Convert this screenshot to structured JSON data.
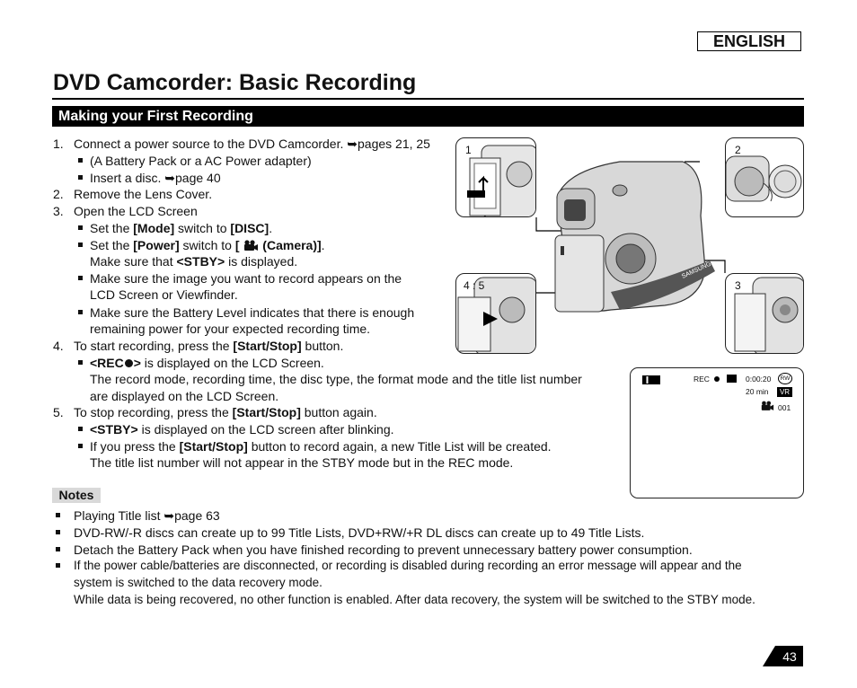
{
  "header": {
    "language": "ENGLISH",
    "title": "DVD Camcorder: Basic Recording",
    "section": "Making your First Recording"
  },
  "steps": {
    "s1": {
      "num": "1.",
      "text": "Connect a power source to the DVD Camcorder. ",
      "ref": "pages 21, 25",
      "b1": "(A Battery Pack or a AC Power adapter)",
      "b2": "Insert a disc. ",
      "b2ref": "page 40"
    },
    "s2": {
      "num": "2.",
      "text": "Remove the Lens Cover."
    },
    "s3": {
      "num": "3.",
      "text": "Open the LCD Screen",
      "b1a": "Set the ",
      "b1b": "[Mode]",
      "b1c": " switch to ",
      "b1d": "[DISC]",
      "b1e": ".",
      "b2a": "Set the ",
      "b2b": "[Power]",
      "b2c": " switch to ",
      "b2d": "[ ",
      "b2e": " (Camera)]",
      "b2f": ".",
      "b2l2a": "Make sure that ",
      "b2l2b": "<STBY>",
      "b2l2c": " is displayed.",
      "b3l1": "Make sure the image you want to record appears on the",
      "b3l2": "LCD Screen or Viewfinder.",
      "b4l1": "Make sure the Battery Level indicates that there is enough",
      "b4l2": "remaining power for your expected recording time."
    },
    "s4": {
      "num": "4.",
      "texta": "To start recording, press the ",
      "textb": "[Start/Stop]",
      "textc": " button.",
      "b1a": "<REC",
      "b1b": ">",
      "b1c": " is displayed on the LCD Screen.",
      "p1": "The record mode, recording time, the disc type, the format mode and the title list number",
      "p2": "are displayed on the LCD Screen."
    },
    "s5": {
      "num": "5.",
      "texta": "To stop recording, press the ",
      "textb": "[Start/Stop]",
      "textc": " button again.",
      "b1a": "<STBY>",
      "b1b": " is displayed on the LCD screen after blinking.",
      "b2a": "If you press the ",
      "b2b": "[Start/Stop]",
      "b2c": " button to record again, a new Title List will be created.",
      "b2l2": "The title list number will not appear in the STBY mode but in the REC mode."
    }
  },
  "notes": {
    "label": "Notes",
    "n1": "Playing Title list ",
    "n1ref": "page 63",
    "n2": "DVD-RW/-R discs can create up to 99 Title Lists, DVD+RW/+R DL discs can create up to 49 Title Lists.",
    "n3": "Detach the Battery Pack when you have finished recording to prevent unnecessary battery power consumption.",
    "n4l1": "If the power cable/batteries are disconnected, or recording is disabled during recording an error message will appear and the",
    "n4l2": "system is switched to the data recovery mode.",
    "n4l3": "While data is being recovered, no other function is enabled. After data recovery, the system will be switched to the STBY mode."
  },
  "figures": {
    "p1": "1",
    "p2": "2",
    "p3": "3",
    "p45": "4 : 5",
    "camera_brand": "SAMSUNG"
  },
  "lcd": {
    "rec": "REC",
    "time": "0:00:20",
    "remain": "20 min",
    "disc": "RW",
    "format": "VR",
    "title_no": "001"
  },
  "page_number": "43"
}
